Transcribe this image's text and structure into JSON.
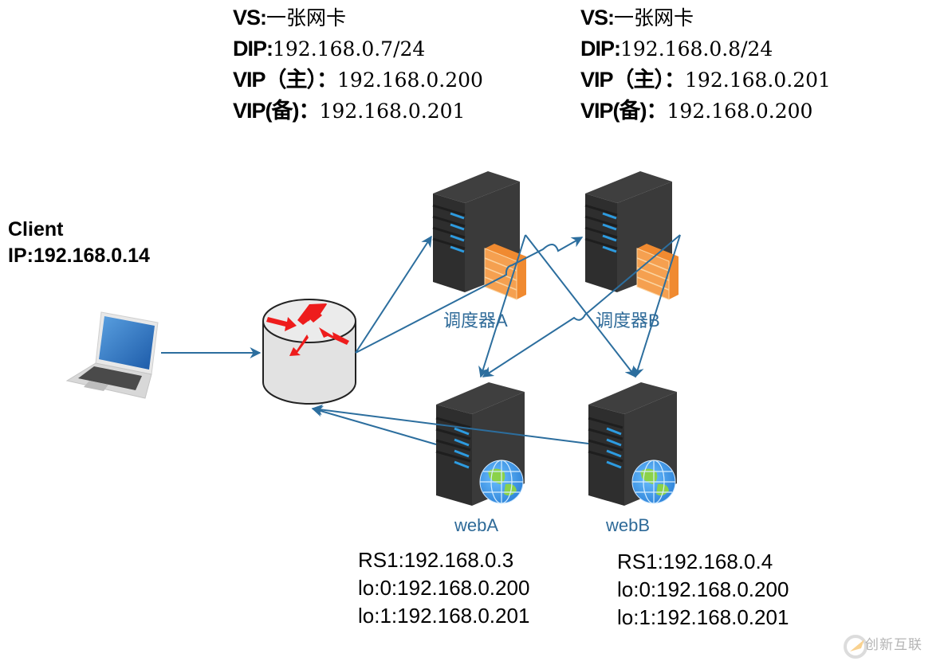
{
  "lvs_nodes": [
    {
      "name": "调度器A",
      "vs_label": "VS:",
      "vs_value": "一张网卡",
      "dip_label": "DIP:",
      "dip_value": "192.168.0.7/24",
      "vip_master_label": "VIP（主）：",
      "vip_master_value": "192.168.0.200",
      "vip_backup_label": "VIP(备)：",
      "vip_backup_value": "192.168.0.201",
      "icon": "server-firewall-icon"
    },
    {
      "name": "调度器B",
      "vs_label": "VS:",
      "vs_value": "一张网卡",
      "dip_label": "DIP:",
      "dip_value": "192.168.0.8/24",
      "vip_master_label": "VIP（主）：",
      "vip_master_value": "192.168.0.201",
      "vip_backup_label": "VIP(备)：",
      "vip_backup_value": "192.168.0.200",
      "icon": "server-firewall-icon"
    }
  ],
  "client": {
    "title": "Client",
    "ip": "IP:192.168.0.14",
    "icon": "laptop-icon"
  },
  "router": {
    "icon": "router-icon"
  },
  "real_servers": [
    {
      "name": "webA",
      "rs": "RS1:192.168.0.3",
      "lo0": "lo:0:192.168.0.200",
      "lo1": "lo:1:192.168.0.201",
      "icon": "web-server-icon"
    },
    {
      "name": "webB",
      "rs": "RS1:192.168.0.4",
      "lo0": "lo:0:192.168.0.200",
      "lo1": "lo:1:192.168.0.201",
      "icon": "web-server-icon"
    }
  ],
  "colors": {
    "connector": "#2c6e9e",
    "label": "#2e6a98",
    "server_body": "#3a3a3a",
    "firewall": "#f08a30",
    "router_arrows": "#ee1c1c"
  },
  "watermark": {
    "text": "创新互联"
  }
}
